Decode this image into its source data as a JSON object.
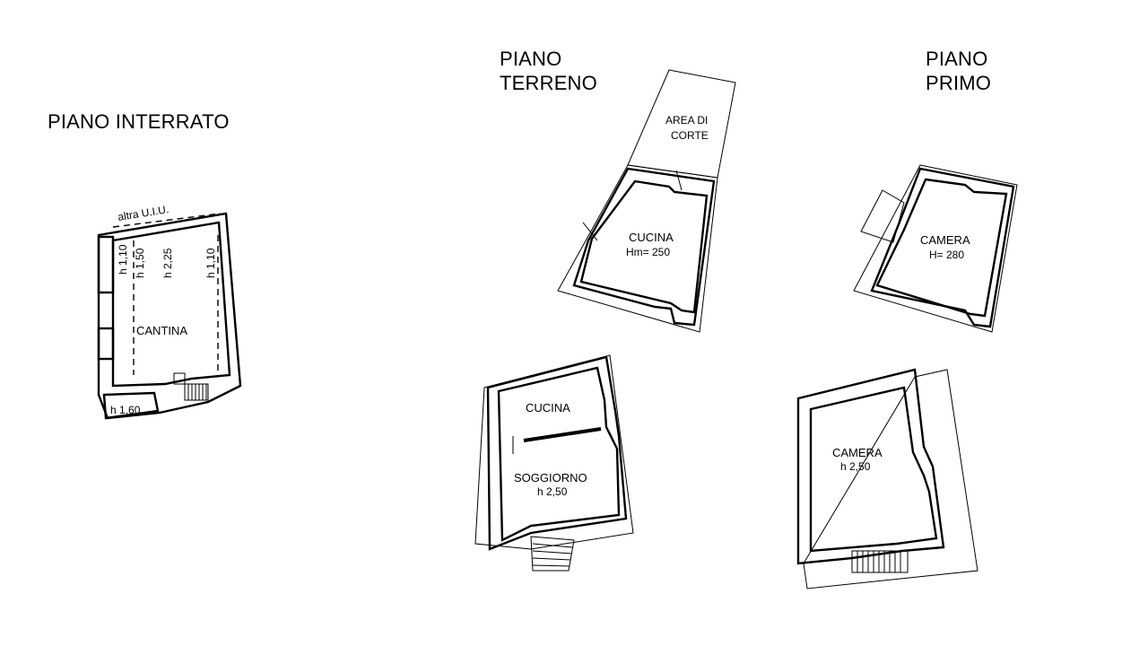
{
  "titles": {
    "interrato": "PIANO INTERRATO",
    "terreno": [
      "PIANO",
      "TERRENO"
    ],
    "primo": [
      "PIANO",
      "PRIMO"
    ]
  },
  "interrato": {
    "altra": "altra U.I.U.",
    "heights": [
      "h 1,10",
      "h 1,50",
      "h 2,25",
      "h 1,10"
    ],
    "cantina": "CANTINA",
    "h160": "h 1,60"
  },
  "terreno_a": {
    "area": [
      "AREA DI",
      "CORTE"
    ],
    "cucina": "CUCINA",
    "hm": "Hm= 250"
  },
  "primo_a": {
    "camera": "CAMERA",
    "h": "H= 280"
  },
  "terreno_b": {
    "cucina": "CUCINA",
    "soggiorno": "SOGGIORNO",
    "h": "h 2,50"
  },
  "primo_b": {
    "camera": "CAMERA",
    "h": "h 2,50"
  }
}
